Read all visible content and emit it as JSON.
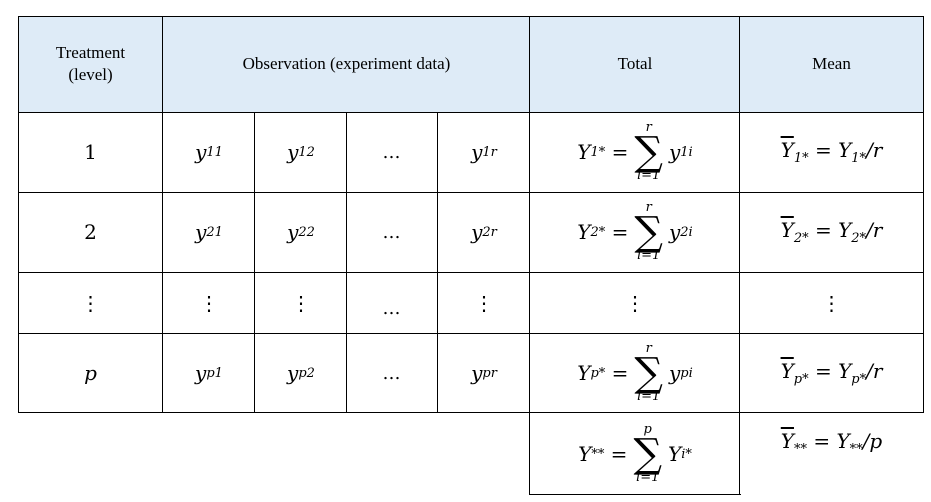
{
  "headers": {
    "treatment": "Treatment (level)",
    "observation": "Observation (experiment data)",
    "total": "Total",
    "mean": "Mean"
  },
  "rows": [
    {
      "treatment": "1",
      "obs": [
        "11",
        "12",
        "…",
        "1r"
      ],
      "total": {
        "lhs_sub": "1*",
        "sum_top": "r",
        "sum_bot": "i=1",
        "term_sub": "1i"
      },
      "mean": {
        "bar_sub": "1*",
        "rhs_sub": "1*",
        "div": "/r"
      }
    },
    {
      "treatment": "2",
      "obs": [
        "21",
        "22",
        "…",
        "2r"
      ],
      "total": {
        "lhs_sub": "2*",
        "sum_top": "r",
        "sum_bot": "i=1",
        "term_sub": "2i"
      },
      "mean": {
        "bar_sub": "2*",
        "rhs_sub": "2*",
        "div": "/r"
      }
    },
    {
      "treatment": "⋮",
      "obs": [
        "⋮",
        "⋮",
        "…",
        "⋮"
      ],
      "total": "⋮",
      "mean": "⋮"
    },
    {
      "treatment": "p",
      "obs": [
        "p1",
        "p2",
        "…",
        "pr"
      ],
      "total": {
        "lhs_sub": "p*",
        "sum_top": "r",
        "sum_bot": "i=1",
        "term_sub": "pi"
      },
      "mean": {
        "bar_sub": "p*",
        "rhs_sub": "p*",
        "div": "/r"
      }
    }
  ],
  "grand": {
    "total": {
      "lhs_sub": "**",
      "sum_top": "p",
      "sum_bot": "i=1",
      "term_sub": "i*"
    },
    "mean": {
      "bar_sub": "**",
      "rhs_sub": "**",
      "div": "/p"
    }
  }
}
